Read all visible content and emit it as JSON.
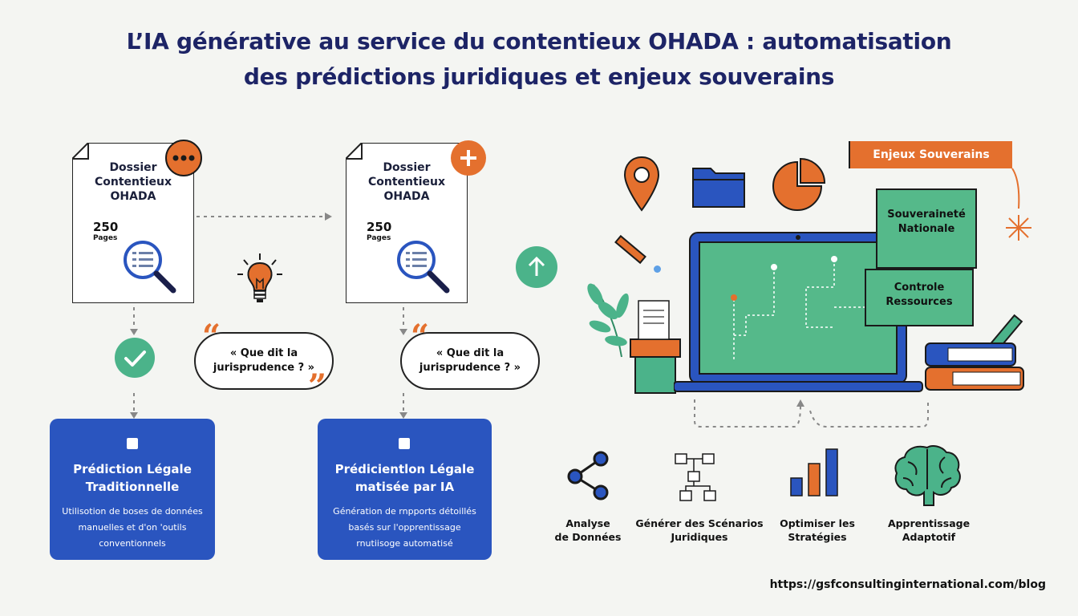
{
  "title": {
    "line1": "L’IA générative au service du contentieux OHADA : automatisation",
    "line2": "des prédictions juridiques et enjeux souverains"
  },
  "left_flow": {
    "doc": {
      "title": "Dossier\nContentieux\nOHADA",
      "count": "250",
      "unit": "Pages",
      "badge_icon": "more-icon"
    },
    "check_icon": "check-icon",
    "box": {
      "title": "Prédiction Légale\nTraditionnelle",
      "desc": "Utilisotion de boses de données\nmanuelles et d'on 'outils\nconventionnels"
    }
  },
  "middle_flow": {
    "doc": {
      "title": "Dossier\nContentieux\nOHADA",
      "count": "250",
      "unit": "Pages",
      "badge_icon": "plus-icon"
    },
    "box": {
      "title": "Prédicientlon Légale\nmatisée par IA",
      "desc": "Génération de rnpports détoillés\nbasés sur l'opprentissage\nrnutiisoge automatisé"
    }
  },
  "quotes": [
    {
      "text": "« Que dit la\njurisprudence ? »"
    },
    {
      "text": "« Que dit la\njurisprudence ? »"
    }
  ],
  "sovereign": {
    "banner": "Enjeux Souverains",
    "card1": "Souveraineté\nNationale",
    "card2": "Controle\nRessources"
  },
  "features": [
    {
      "icon": "network-icon",
      "label": "Analyse\nde Données"
    },
    {
      "icon": "flowchart-icon",
      "label": "Générer des Scénarios\nJuridiques"
    },
    {
      "icon": "bar-chart-icon",
      "label": "Optimiser les\nStratégies"
    },
    {
      "icon": "brain-icon",
      "label": "Apprentissage\nAdaptotif"
    }
  ],
  "footer": {
    "url": "https://gsfconsultinginternational.com/blog"
  },
  "colors": {
    "navy": "#1d2466",
    "orange": "#e4702e",
    "blue": "#2a55bf",
    "green": "#55b98a"
  }
}
